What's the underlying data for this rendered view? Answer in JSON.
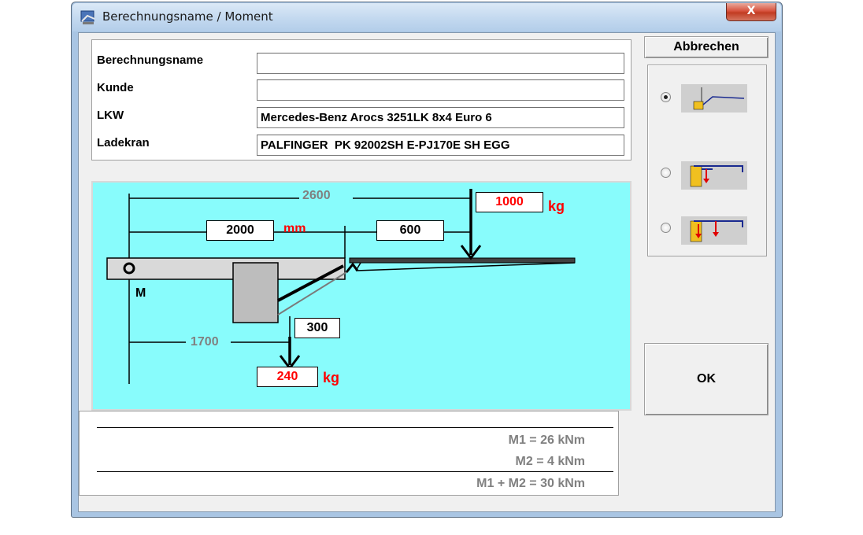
{
  "window": {
    "title": "Berechnungsname  /  Moment",
    "close_label": "X"
  },
  "form": {
    "fields": [
      {
        "label": "Berechnungsname",
        "value": ""
      },
      {
        "label": "Kunde",
        "value": ""
      },
      {
        "label": "LKW",
        "value": "Mercedes-Benz Arocs 3251LK 8x4 Euro 6"
      },
      {
        "label": "Ladekran",
        "value": "PALFINGER  PK 92002SH E-PJ170E SH EGG"
      }
    ]
  },
  "diagram": {
    "dim_total": "2600",
    "dim_a": "2000",
    "unit_mm": "mm",
    "dim_b": "600",
    "load_1": "1000",
    "unit_kg_1": "kg",
    "point_label": "M",
    "dim_c": "300",
    "dim_d": "1700",
    "load_2": "240",
    "unit_kg_2": "kg"
  },
  "results": {
    "m1": "M1 = 26 kNm",
    "m2": "M2 = 4 kNm",
    "sum": "M1 + M2 = 30 kNm"
  },
  "buttons": {
    "cancel": "Abbrechen",
    "ok": "OK"
  },
  "options": {
    "selected_index": 0,
    "items": [
      {
        "icon": "crane-folded-icon"
      },
      {
        "icon": "crane-load-icon"
      },
      {
        "icon": "crane-double-load-icon"
      }
    ]
  },
  "colors": {
    "diagram_bg": "#88fcfc",
    "load_red": "#ff0000",
    "dim_gray": "#808080"
  }
}
